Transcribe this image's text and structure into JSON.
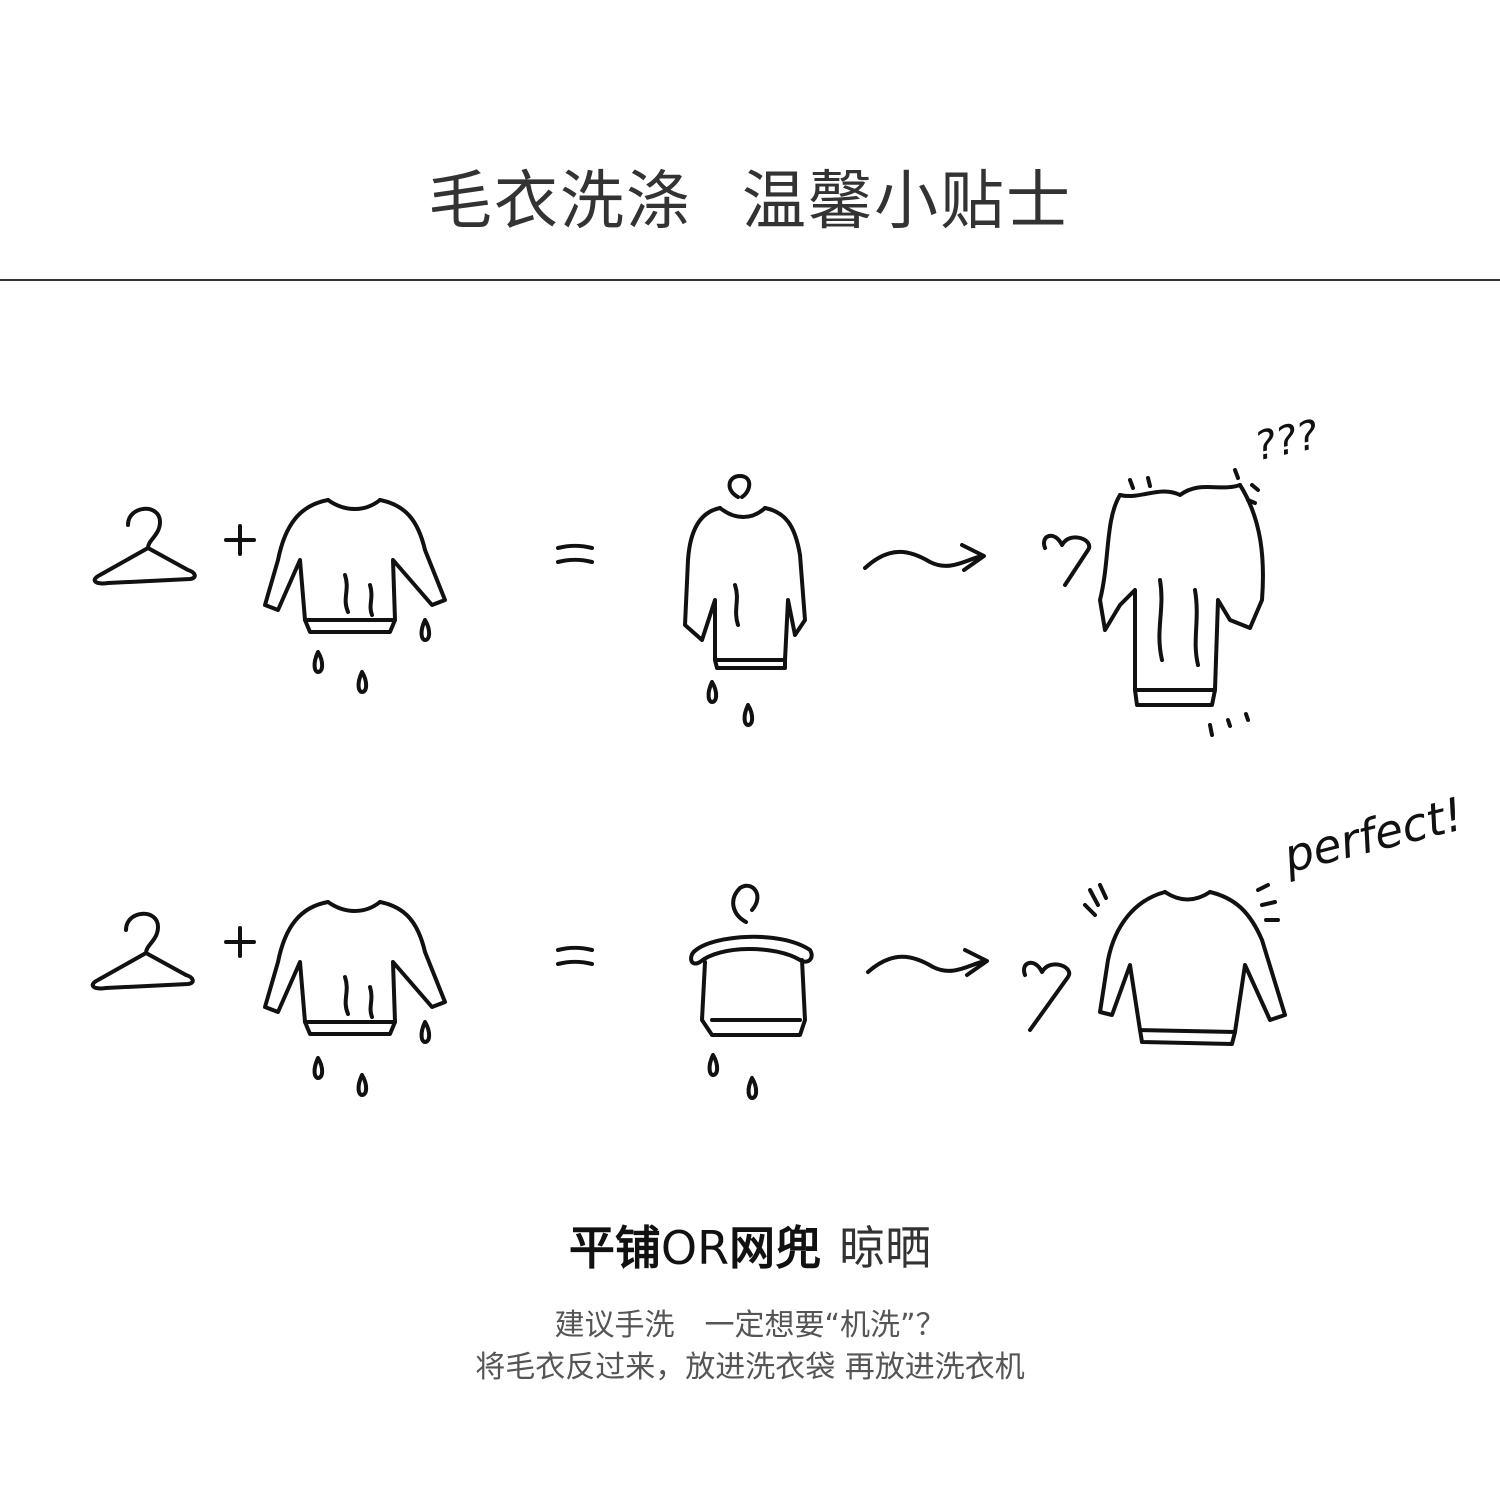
{
  "header": {
    "title_left": "毛衣洗涤",
    "title_right": "温馨小贴士"
  },
  "annotations": {
    "confused": "???",
    "success": "perfect!"
  },
  "footer": {
    "heading_bold_1": "平铺",
    "heading_or": "OR",
    "heading_bold_2": "网兜",
    "heading_light": "晾晒",
    "line1_a": "建议手洗",
    "line1_b": "一定想要“机洗”？",
    "line2": "将毛衣反过来，放进洗衣袋 再放进洗衣机"
  },
  "icons": [
    "hanger-icon",
    "plus-icon",
    "wet-sweater-icon",
    "equals-icon",
    "hung-sweater-icon",
    "arrow-icon",
    "stretched-sweater-icon",
    "folded-sweater-icon",
    "perfect-sweater-icon",
    "water-drop-icon"
  ]
}
